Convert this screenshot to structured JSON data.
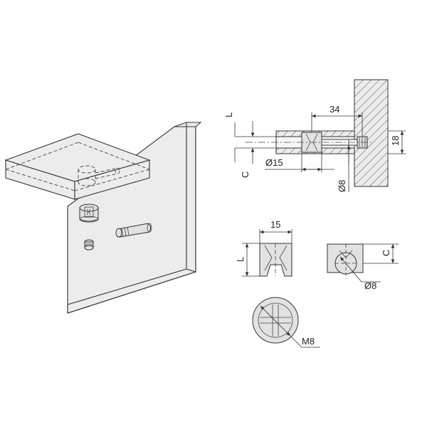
{
  "labels": {
    "dim_34": "34",
    "dim_18": "18",
    "dim_l_top": "L",
    "dim_c_top": "C",
    "dim_d15": "Ø15",
    "dim_d8_top": "Ø8",
    "dim_15": "15",
    "dim_l_side": "L",
    "dim_c_side": "C",
    "dim_d8_side": "Ø8",
    "dim_m8": "M8"
  }
}
